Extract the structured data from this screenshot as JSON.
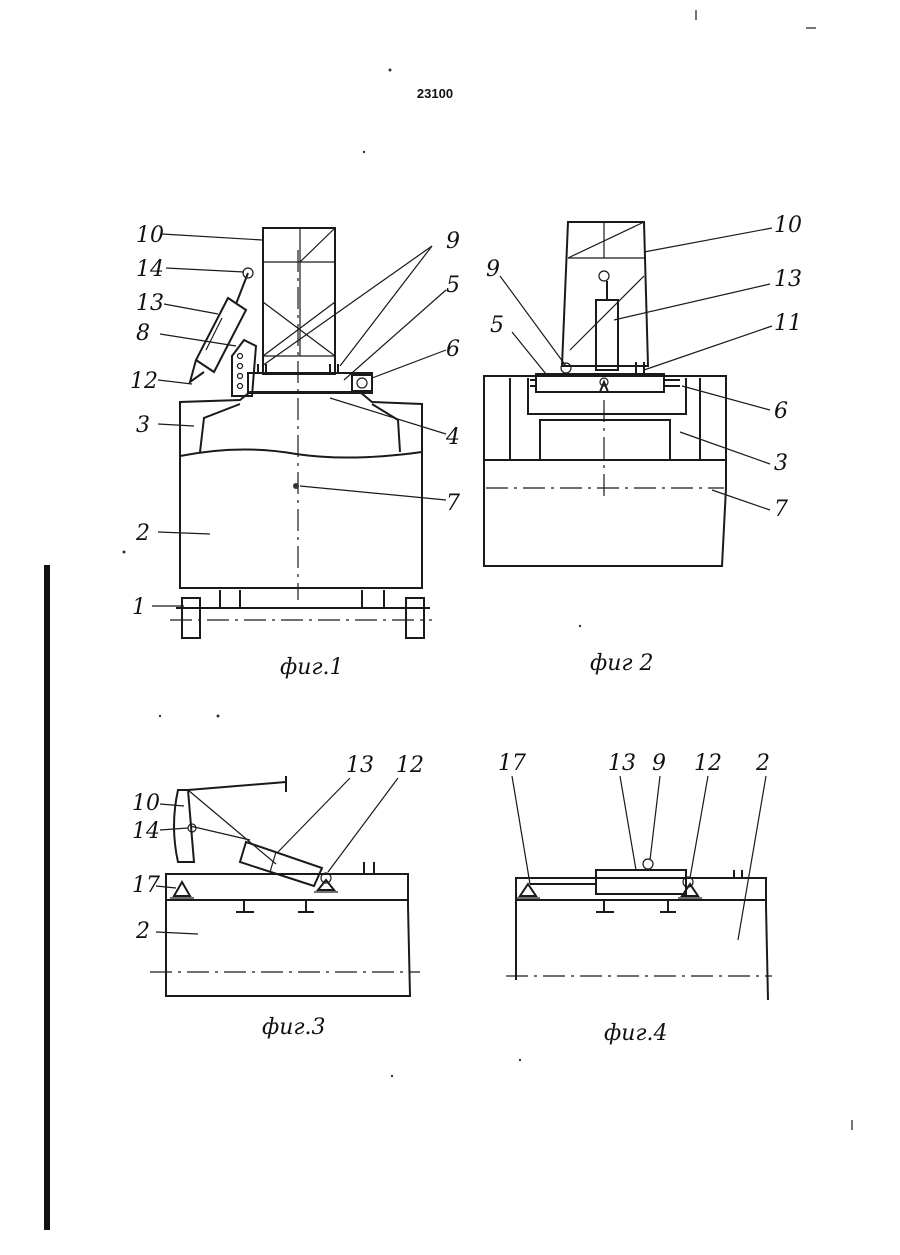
{
  "page": {
    "number": "23100",
    "colors": {
      "ink": "#1a1a1a",
      "paper": "#ffffff"
    }
  },
  "fig1": {
    "caption": "фиг.1",
    "labels": {
      "l10": "10",
      "l14": "14",
      "l13": "13",
      "l8": "8",
      "l12": "12",
      "l3": "3",
      "l2": "2",
      "l1": "1",
      "l9": "9",
      "l5": "5",
      "l6": "6",
      "l4": "4",
      "l7": "7"
    }
  },
  "fig2": {
    "caption": "фиг 2",
    "labels": {
      "l9": "9",
      "l5": "5",
      "l10": "10",
      "l13": "13",
      "l11": "11",
      "l6": "6",
      "l3": "3",
      "l7": "7"
    }
  },
  "fig3": {
    "caption": "фиг.3",
    "labels": {
      "l13": "13",
      "l12": "12",
      "l10": "10",
      "l14": "14",
      "l17": "17",
      "l2": "2"
    }
  },
  "fig4": {
    "caption": "фиг.4",
    "labels": {
      "l17": "17",
      "l13": "13",
      "l9": "9",
      "l12": "12",
      "l2": "2"
    }
  }
}
